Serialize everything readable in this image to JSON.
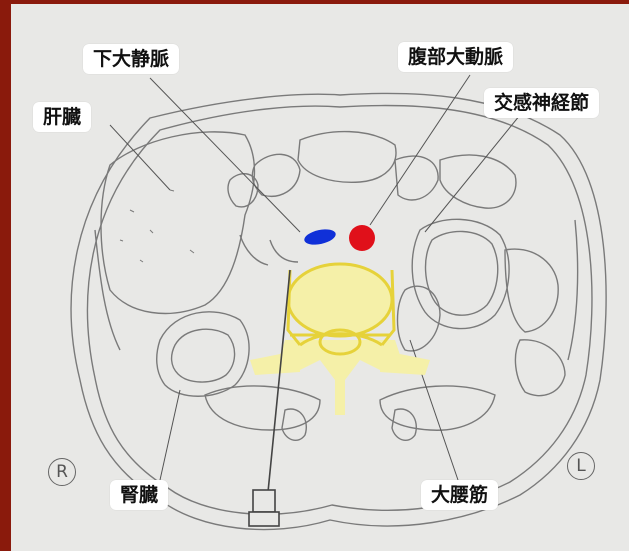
{
  "labels": {
    "ivc": "下大静脈",
    "aorta": "腹部大動脈",
    "liver": "肝臓",
    "sympathetic": "交感神経節",
    "kidney": "腎臓",
    "psoas": "大腰筋"
  },
  "orientation": {
    "right": "R",
    "left": "L"
  },
  "colors": {
    "ivc": "#1030d8",
    "aorta": "#e0101a",
    "vertebra": "#f5f0a8",
    "bone_outline": "#e6d23a",
    "background_frame": "#8a1a0c",
    "paper": "#e8e8e6"
  }
}
